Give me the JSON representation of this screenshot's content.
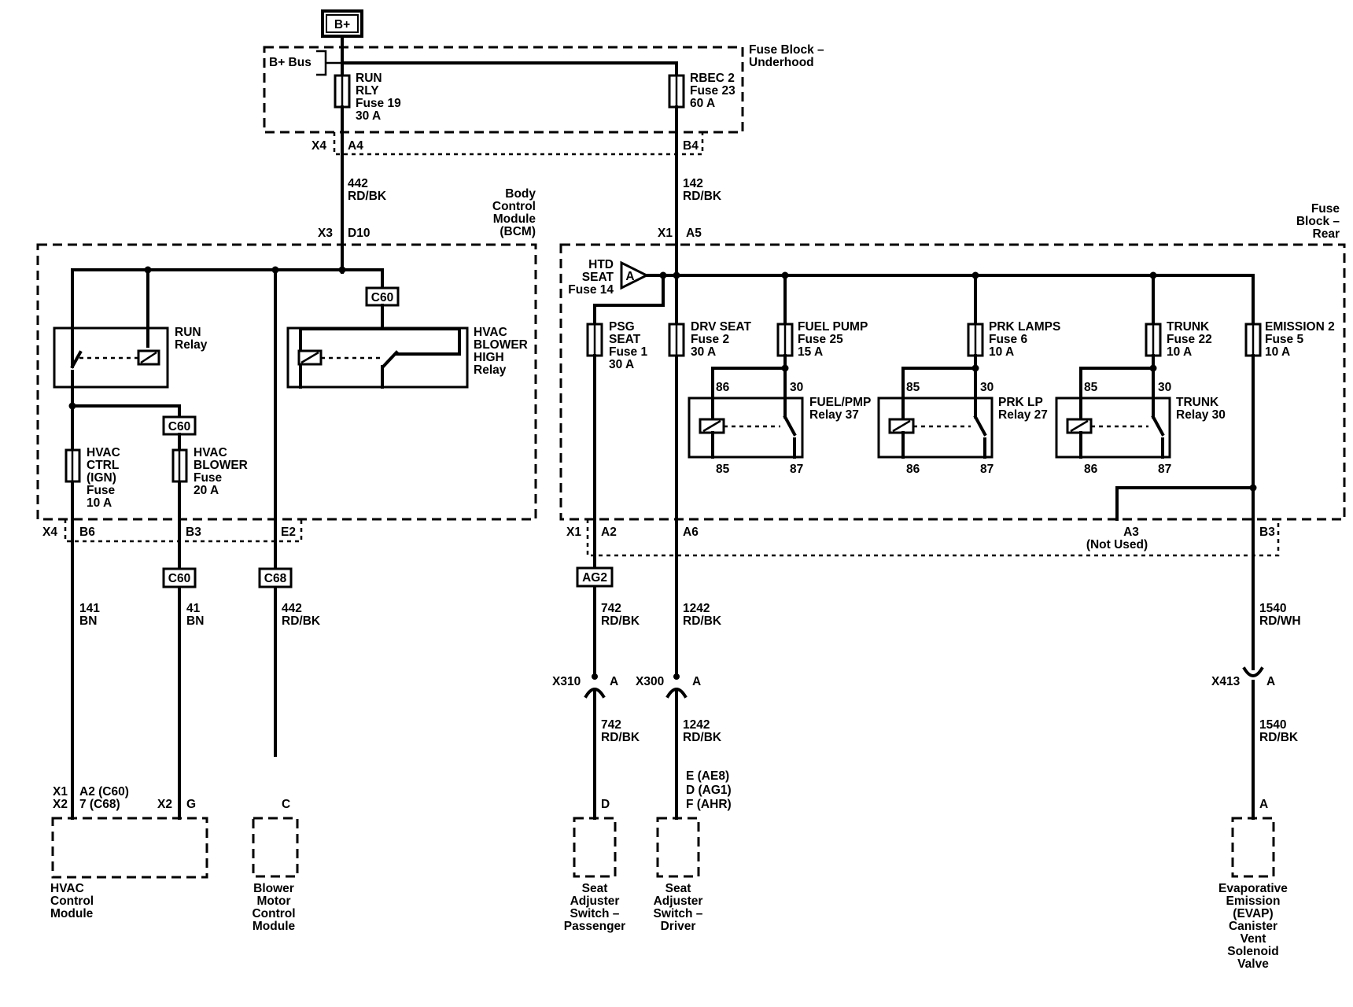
{
  "bplus": "B+",
  "fuse_block_underhood": {
    "title": [
      "Fuse Block –",
      "Underhood"
    ],
    "bus": "B+ Bus",
    "run_rly_fuse": [
      "RUN",
      "RLY",
      "Fuse 19",
      "30 A"
    ],
    "rbec_fuse": [
      "RBEC 2",
      "Fuse 23",
      "60 A"
    ],
    "conn_x4": "X4",
    "pin_a4": "A4",
    "pin_b4": "B4"
  },
  "wire_442_top": [
    "442",
    "RD/BK"
  ],
  "wire_142": [
    "142",
    "RD/BK"
  ],
  "bcm": {
    "title": [
      "Body",
      "Control",
      "Module",
      "(BCM)"
    ],
    "conn_x3": "X3",
    "pin_d10": "D10",
    "run_relay": [
      "RUN",
      "Relay"
    ],
    "hvac_blower_relay": [
      "HVAC",
      "BLOWER",
      "HIGH",
      "Relay"
    ],
    "c60_a": "C60",
    "c60_b": "C60",
    "hvac_ctrl_fuse": [
      "HVAC",
      "CTRL",
      "(IGN)",
      "Fuse",
      "10 A"
    ],
    "hvac_blower_fuse": [
      "HVAC",
      "BLOWER",
      "Fuse",
      "20 A"
    ],
    "conn_x4": "X4",
    "pin_b6": "B6",
    "pin_b3": "B3",
    "pin_e2": "E2"
  },
  "fuse_block_rear": {
    "title": [
      "Fuse",
      "Block –",
      "Rear"
    ],
    "conn_x1": "X1",
    "pin_a5": "A5",
    "htd_seat": [
      "HTD",
      "SEAT",
      "Fuse 14"
    ],
    "htd_seat_mark": "A",
    "psg_seat": [
      "PSG",
      "SEAT",
      "Fuse 1",
      "30 A"
    ],
    "drv_seat": [
      "DRV SEAT",
      "Fuse 2",
      "30 A"
    ],
    "fuel_pump": [
      "FUEL PUMP",
      "Fuse 25",
      "15 A"
    ],
    "prk_lamps": [
      "PRK LAMPS",
      "Fuse 6",
      "10 A"
    ],
    "trunk_fuse": [
      "TRUNK",
      "Fuse 22",
      "10 A"
    ],
    "emission": [
      "EMISSION 2",
      "Fuse 5",
      "10 A"
    ],
    "fuel_relay": [
      "FUEL/PMP",
      "Relay 37"
    ],
    "prk_relay": [
      "PRK LP",
      "Relay 27"
    ],
    "trunk_relay": [
      "TRUNK",
      "Relay 30"
    ],
    "relay_pins": {
      "p86": "86",
      "p30": "30",
      "p85": "85",
      "p87": "87"
    },
    "conn_x1_bottom": "X1",
    "pin_a2": "A2",
    "pin_a6": "A6",
    "pin_a3": [
      "A3",
      "(Not Used)"
    ],
    "pin_b3": "B3"
  },
  "connectors": {
    "c60_lower": "C60",
    "c68": "C68",
    "ag2": "AG2"
  },
  "wires": {
    "w141": [
      "141",
      "BN"
    ],
    "w41": [
      "41",
      "BN"
    ],
    "w442": [
      "442",
      "RD/BK"
    ],
    "w742a": [
      "742",
      "RD/BK"
    ],
    "w1242a": [
      "1242",
      "RD/BK"
    ],
    "w1540a": [
      "1540",
      "RD/WH"
    ],
    "w742b": [
      "742",
      "RD/BK"
    ],
    "w1242b": [
      "1242",
      "RD/BK"
    ],
    "w1540b": [
      "1540",
      "RD/BK"
    ]
  },
  "inline": {
    "x310": "X310",
    "x310_pin": "A",
    "x300": "X300",
    "x300_pin": "A",
    "x413": "X413",
    "x413_pin": "A"
  },
  "components": {
    "hvac_pins": [
      "X1",
      "A2 (C60)",
      "X2",
      "7 (C68)"
    ],
    "hvac_x2": "X2",
    "hvac_g": "G",
    "hvac_module": [
      "HVAC",
      "Control",
      "Module"
    ],
    "blower_pin": "C",
    "blower_module": [
      "Blower",
      "Motor",
      "Control",
      "Module"
    ],
    "psg_pin": "D",
    "psg_switch": [
      "Seat",
      "Adjuster",
      "Switch –",
      "Passenger"
    ],
    "drv_pins": [
      "E (AE8)",
      "D (AG1)",
      "F (AHR)"
    ],
    "drv_switch": [
      "Seat",
      "Adjuster",
      "Switch –",
      "Driver"
    ],
    "evap_pin": "A",
    "evap_valve": [
      "Evaporative",
      "Emission",
      "(EVAP)",
      "Canister",
      "Vent",
      "Solenoid",
      "Valve"
    ]
  }
}
